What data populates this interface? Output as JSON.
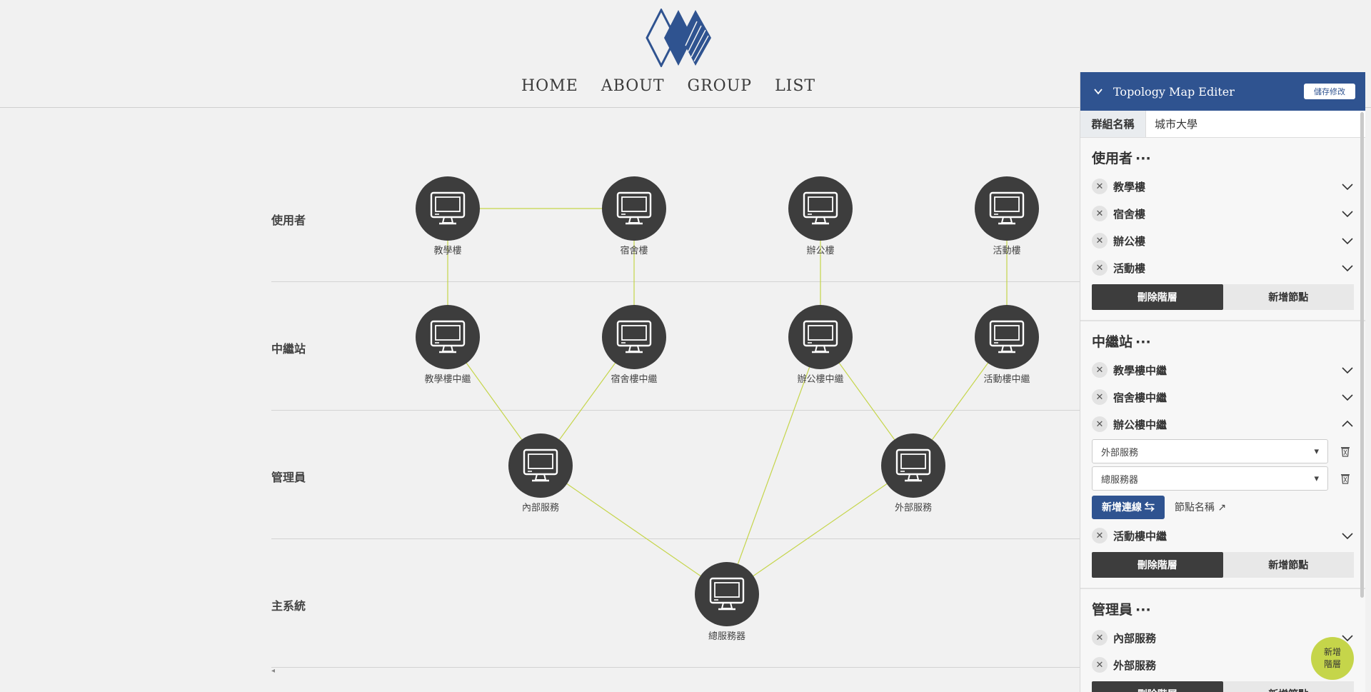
{
  "nav": [
    "HOME",
    "ABOUT",
    "GROUP",
    "LIST"
  ],
  "topology": {
    "layers": [
      "使用者",
      "中繼站",
      "管理員",
      "主系統"
    ],
    "nodes": {
      "n1": "教學樓",
      "n2": "宿舍樓",
      "n3": "辦公樓",
      "n4": "活動樓",
      "r1": "教學樓中繼",
      "r2": "宿舍樓中繼",
      "r3": "辦公樓中繼",
      "r4": "活動樓中繼",
      "m1": "內部服務",
      "m2": "外部服務",
      "s1": "總服務器"
    },
    "edge_color": "#c5d54a",
    "node_color": "#3d3d3d"
  },
  "editor": {
    "title": "Topology Map Editer",
    "save_label": "儲存修改",
    "group_label": "群組名稱",
    "group_value": "城市大學",
    "delete_layer": "刪除階層",
    "add_node": "新增節點",
    "dots": "···",
    "sections": [
      {
        "title": "使用者",
        "items": [
          "教學樓",
          "宿舍樓",
          "辦公樓",
          "活動樓"
        ]
      },
      {
        "title": "中繼站",
        "items": [
          "教學樓中繼",
          "宿舍樓中繼",
          "辦公樓中繼",
          "活動樓中繼"
        ],
        "expanded_item": "辦公樓中繼",
        "connections": [
          "外部服務",
          "總服務器"
        ],
        "add_connection": "新增連線",
        "node_name_link": "節點名稱"
      },
      {
        "title": "管理員",
        "items": [
          "內部服務",
          "外部服務"
        ]
      }
    ]
  },
  "fab_label_1": "新增",
  "fab_label_2": "階層",
  "accent": "#2f5390"
}
